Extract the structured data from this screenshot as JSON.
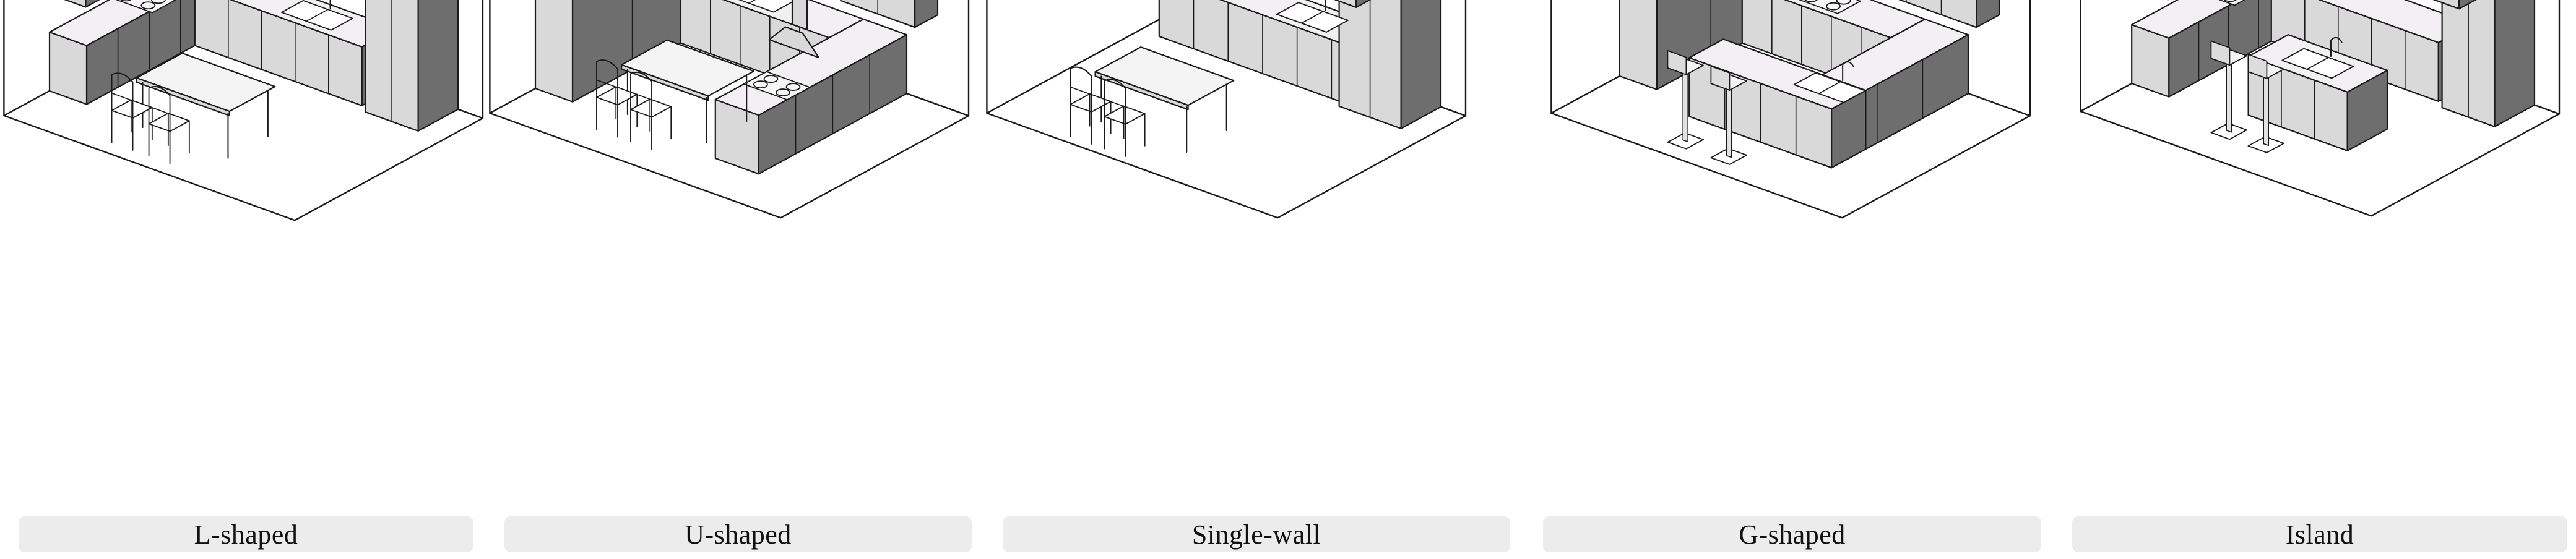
{
  "figure": {
    "panels": [
      {
        "id": "l-shaped",
        "label": "L-shaped"
      },
      {
        "id": "u-shaped",
        "label": "U-shaped"
      },
      {
        "id": "single-wall",
        "label": "Single-wall"
      },
      {
        "id": "g-shaped",
        "label": "G-shaped"
      },
      {
        "id": "island",
        "label": "Island"
      }
    ]
  },
  "colors": {
    "line": "#1a1a1a",
    "cabinet_front": "#d9d9d9",
    "cabinet_side": "#6e6e6e",
    "cabinet_top": "#f2f0f2",
    "label_bg": "#ececec"
  }
}
